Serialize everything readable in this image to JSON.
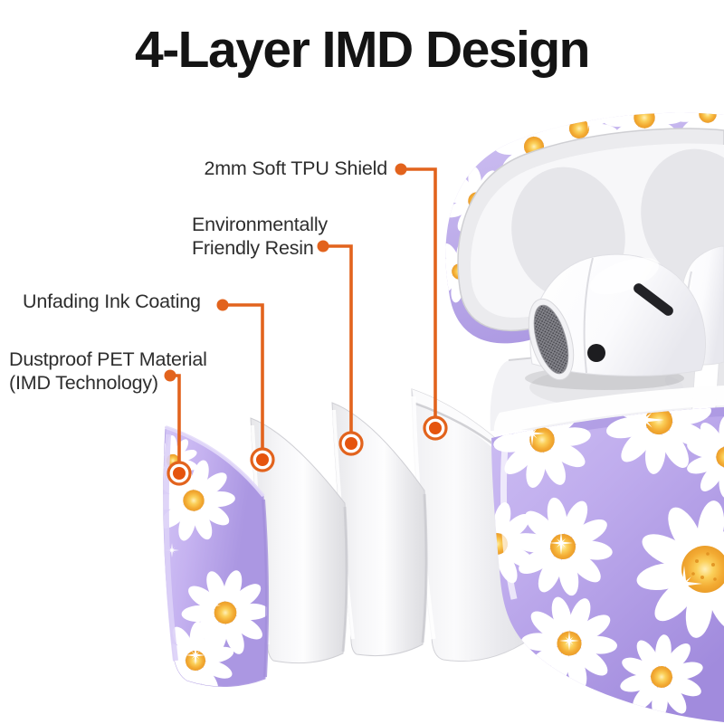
{
  "title": "4-Layer IMD Design",
  "callouts": [
    {
      "id": "tpu-shield",
      "lines": [
        "2mm Soft TPU Shield"
      ]
    },
    {
      "id": "resin",
      "lines": [
        "Environmentally",
        "Friendly Resin"
      ]
    },
    {
      "id": "ink-coating",
      "lines": [
        "Unfading Ink Coating"
      ]
    },
    {
      "id": "pet-material",
      "lines": [
        "Dustproof PET Material",
        "(IMD Technology)"
      ]
    }
  ],
  "colors": {
    "accent": "#E2631D",
    "accent-deep": "#E5540E",
    "text-color": "#2E2E2E",
    "title-color": "#141414"
  },
  "product": {
    "case-purple": "#BCA9EC",
    "daisy-center": "#F5B63C",
    "layer-count": "4"
  }
}
